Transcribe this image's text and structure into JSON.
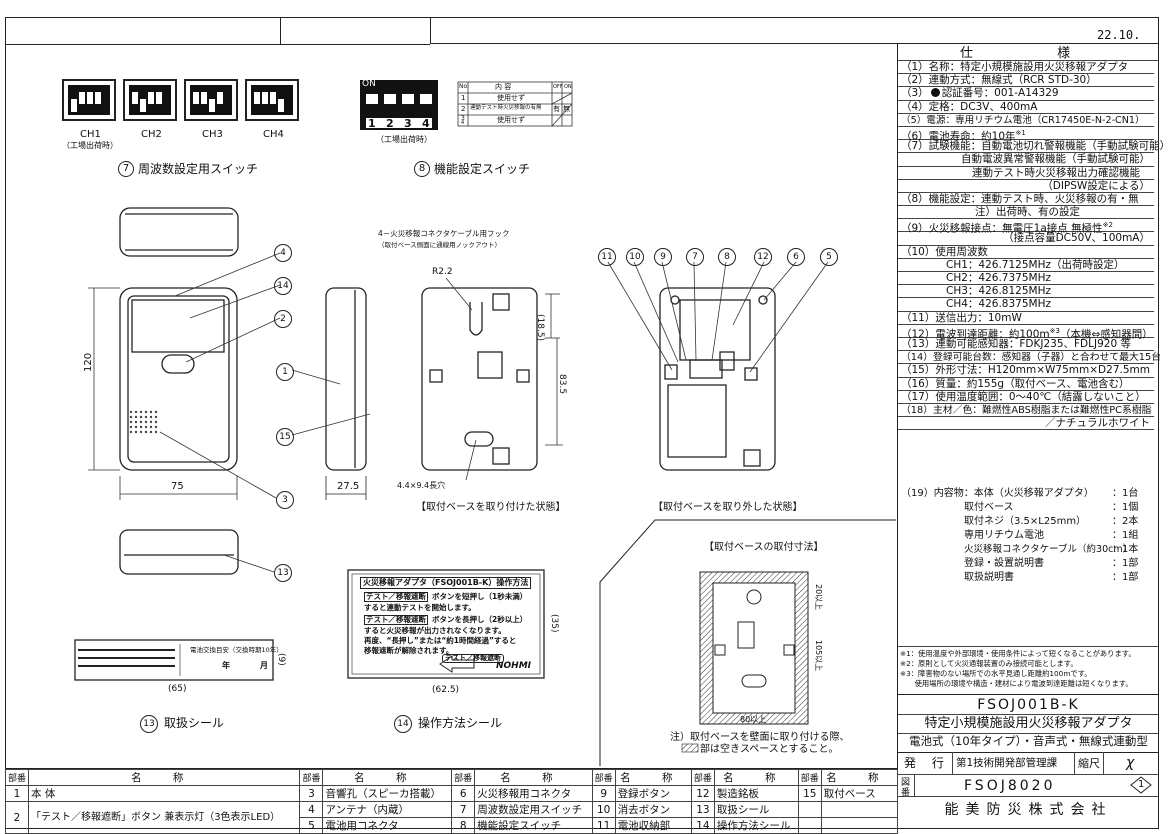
{
  "header": {
    "date": "22.10."
  },
  "spec": {
    "title": "仕 様",
    "rows": [
      "（1）名称：特定小規模施設用火災移報アダプタ",
      "（2）連動方式：無線式（RCR STD-30）",
      "（3）",
      "（4）定格：DC3V、400mA",
      "（5）電源：専用リチウム電池（CR17450E-N-2-CN1）",
      "（6）電池寿命：約10年",
      "（7）試験機能：自動電池切れ警報機能（手動試験可能）",
      "自動電波異常警報機能（手動試験可能）",
      "連動テスト時火災移報出力確認機能",
      "（DIPSW設定による）",
      "（8）機能設定：連動テスト時、火災移報の有・無",
      "注）出荷時、有の設定",
      "（9）火災移報接点：無電圧1a接点 無極性",
      "（接点容量DC50V、100mA）",
      "（10）使用周波数",
      "CH1：426.7125MHz（出荷時設定）",
      "CH2：426.7375MHz",
      "CH3：426.8125MHz",
      "CH4：426.8375MHz",
      "（11）送信出力：10mW",
      "（12）電波到達距離：約100m",
      "（13）連動可能感知器：FDKJ235、FDLJ920 等",
      "（14）登録可能台数：感知器（子器）と合わせて最大15台",
      "（15）外形寸法：H120mm×W75mm×D27.5mm",
      "（16）質量：約155g（取付ベース、電池含む）",
      "（17）使用温度範囲：0～40℃（結露しないこと）",
      "（18）主材／色：難燃性ABS樹脂または難燃性PC系樹脂",
      "／ナチュラルホワイト",
      "（19）内容物：本体（火災移報アダプタ）"
    ],
    "cert_label": "認証番号：001-A14329",
    "sup6": "※1",
    "sup9": "※2",
    "sup12": "※3",
    "sup12_after": "（本機⇔感知器間）",
    "contents": [
      {
        "name": "本体（火災移報アダプタ）",
        "qty": "：1台"
      },
      {
        "name": "取付ベース",
        "qty": "：1個"
      },
      {
        "name": "取付ネジ（3.5×L25mm）",
        "qty": "：2本"
      },
      {
        "name": "専用リチウム電池",
        "qty": "：1組"
      },
      {
        "name": "火災移報コネクタケーブル（約30cm）",
        "qty": "：1本"
      },
      {
        "name": "登録・設置説明書",
        "qty": "：1部"
      },
      {
        "name": "取扱説明書",
        "qty": "：1部"
      }
    ],
    "notes": [
      "※1：使用温度や外部環境・使用条件によって短くなることがあります。",
      "※2：原則として火災通報装置のみ接続可能とします。",
      "※3：障害物のない場所での水平見通し距離約100mです。",
      "　　使用場所の環境や構造・建材により電波到達距離は短くなります。"
    ]
  },
  "title_block": {
    "model": "FSOJ001B-K",
    "product": "特定小規模施設用火災移報アダプタ",
    "type": "電池式（10年タイプ）・音声式・無線式連動型",
    "issue_label": "発 行",
    "dept": "第1技術開発部管理課",
    "scale_label": "縮尺",
    "scale_val": "χ",
    "drawing_label": "図番",
    "drawing_no": "FSOJ8020",
    "rev": "1",
    "company": "能美防災株式会社"
  },
  "switches": {
    "channels": [
      "CH1",
      "CH2",
      "CH3",
      "CH4"
    ],
    "factory_note": "（工場出荷時）",
    "freq_caption": "周波数設定用スイッチ",
    "freq_no": "7",
    "func_caption": "機能設定スイッチ",
    "func_no": "8",
    "on_label": "ON",
    "dip_numbers": [
      "1",
      "2",
      "3",
      "4"
    ],
    "func_table": {
      "head": [
        "No.",
        "内 容",
        "OFF",
        "ON"
      ],
      "rows": [
        [
          "1",
          "使用せず",
          "",
          ""
        ],
        [
          "2",
          "連動テスト時火災移報の有無",
          "有",
          "無"
        ],
        [
          "3",
          "使用せず",
          "",
          ""
        ],
        [
          "4",
          "",
          "",
          ""
        ]
      ]
    }
  },
  "dims": {
    "h120": "120",
    "w75": "75",
    "d275": "27.5",
    "r22": "R2.2",
    "d185": "(18.5)",
    "d835": "83.5",
    "hole": "4.4×9.4長穴",
    "hook": "4－火災移報コネクタケーブル用フック",
    "hook2": "（取付ベース側面に通線用ノックアウト）",
    "d65": "(65)",
    "d9": "(9)",
    "d625": "(62.5)",
    "d35": "(35)",
    "d20": "20以上",
    "d105": "105以上",
    "d80": "80以上"
  },
  "captions": {
    "base_on": "【取付ベースを取り付けた状態】",
    "base_off": "【取付ベースを取り外した状態】",
    "base_dim": "【取付ベースの取付寸法】",
    "label13": "取扱シール",
    "label13_no": "13",
    "label14": "操作方法シール",
    "label14_no": "14",
    "note1": "注）取付ベースを壁面に取り付ける際、",
    "note2": "部は空きスペースとすること。"
  },
  "op_label": {
    "title": "火災移報アダプタ（FSOJ001B-K）操作方法",
    "l1a": "テスト／移報遮断",
    "l1b": "ボタンを短押し（1秒未満）",
    "l1c": "すると連動テストを開始します。",
    "l2a": "テスト／移報遮断",
    "l2b": "ボタンを長押し（2秒以上）",
    "l2c": "すると火災移報が出力されなくなります。",
    "l3": "再度、“長押し”または“約1時間経過”すると",
    "l4": "移報遮断が解除されます。",
    "btn": "テスト／移報遮断",
    "brand": "NOHMI"
  },
  "handling_label": {
    "year": "年",
    "month": "月",
    "life": "電池交換目安（交換時期10年）"
  },
  "balloons": [
    "11",
    "10",
    "9",
    "7",
    "8",
    "12",
    "6",
    "5",
    "4",
    "14",
    "2",
    "1",
    "15",
    "3",
    "13"
  ],
  "parts": {
    "head_no": "部番",
    "head_name": "名 称",
    "items": [
      {
        "no": "1",
        "name": "本 体"
      },
      {
        "no": "2",
        "name": "「テスト／移報遮断」ボタン 兼表示灯（3色表示LED）"
      },
      {
        "no": "3",
        "name": "音響孔（スピーカ搭載）"
      },
      {
        "no": "4",
        "name": "アンテナ（内蔵）"
      },
      {
        "no": "5",
        "name": "電池用コネクタ"
      },
      {
        "no": "6",
        "name": "火災移報用コネクタ"
      },
      {
        "no": "7",
        "name": "周波数設定用スイッチ"
      },
      {
        "no": "8",
        "name": "機能設定スイッチ"
      },
      {
        "no": "9",
        "name": "登録ボタン"
      },
      {
        "no": "10",
        "name": "消去ボタン"
      },
      {
        "no": "11",
        "name": "電池収納部"
      },
      {
        "no": "12",
        "name": "製造銘板"
      },
      {
        "no": "13",
        "name": "取扱シール"
      },
      {
        "no": "14",
        "name": "操作方法シール"
      },
      {
        "no": "15",
        "name": "取付ベース"
      }
    ]
  }
}
